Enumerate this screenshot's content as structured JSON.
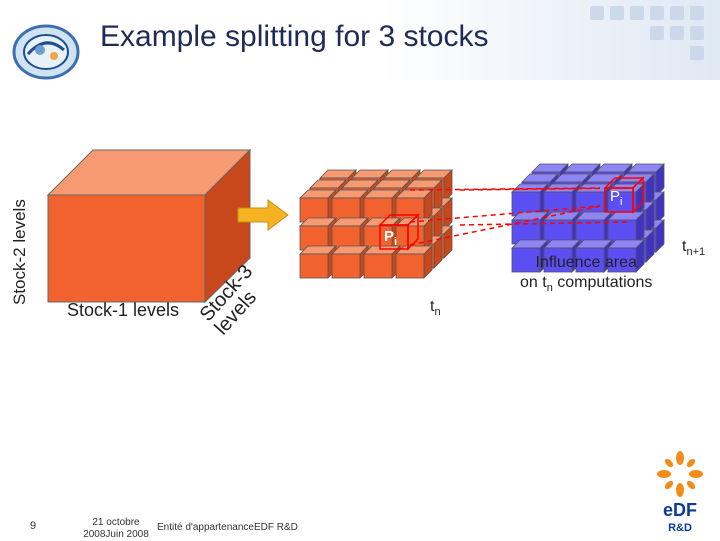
{
  "title": "Example splitting for 3 stocks",
  "labels": {
    "stock2": "Stock-2 levels",
    "stock1": "Stock-1 levels",
    "stock3_line1": "Stock-3",
    "stock3_line2": "levels",
    "pi": "P",
    "pi_sub": "i",
    "influence_line1": "Influence area",
    "influence_line2_pre": "on t",
    "influence_line2_sub": "n",
    "influence_line2_post": " computations",
    "tn": "t",
    "tn_sub": "n",
    "tn1": "t",
    "tn1_sub": "n+1"
  },
  "footer": {
    "page": "9",
    "date": "21 octobre 2008Juin 2008",
    "entity": "Entité d'appartenanceEDF R&D"
  },
  "logo": {
    "edf_text": "eDF",
    "rd_text": "R&D"
  },
  "colors": {
    "orange_front": "#f2622e",
    "orange_top": "#f79a72",
    "orange_side": "#c9481b",
    "blue_front": "#5b4ef2",
    "blue_top": "#8e86f7",
    "blue_side": "#3f33c4",
    "arrow": "#f5b321",
    "highlight": "#ff0000",
    "title": "#1f2a56"
  }
}
